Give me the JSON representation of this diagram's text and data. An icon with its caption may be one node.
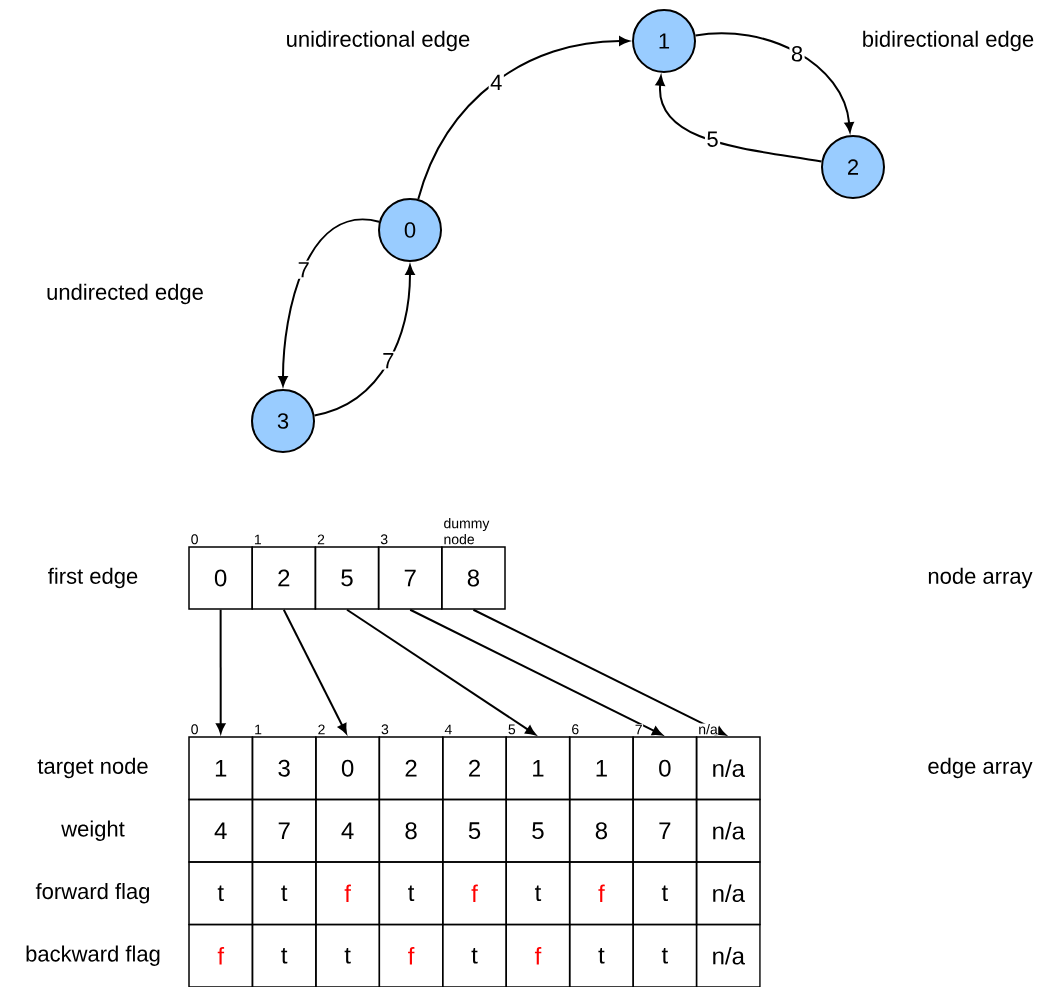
{
  "diagram": {
    "nodes": [
      {
        "text": [
          "1"
        ]
      },
      {
        "text": [
          "2"
        ]
      },
      {
        "text": [
          "0"
        ]
      },
      {
        "text": [
          "3"
        ]
      },
      {
        "text": [
          "0"
        ],
        "beside": [
          "0"
        ]
      },
      {
        "text": [
          "2"
        ],
        "beside": [
          "1"
        ]
      },
      {
        "text": [
          "5"
        ],
        "beside": [
          "2"
        ]
      },
      {
        "text": [
          "7"
        ],
        "beside": [
          "3"
        ]
      },
      {
        "text": [
          "8"
        ],
        "beside": [
          "dummy node"
        ]
      },
      {
        "text": [
          "1"
        ],
        "beside": [
          "0"
        ]
      },
      {
        "text": [
          "3"
        ],
        "beside": [
          "1"
        ]
      },
      {
        "text": [
          "0"
        ],
        "beside": [
          "2"
        ]
      },
      {
        "text": [
          "2"
        ],
        "beside": [
          "3"
        ]
      },
      {
        "text": [
          "2"
        ],
        "beside": [
          "4"
        ]
      },
      {
        "text": [
          "1"
        ],
        "beside": [
          "5"
        ]
      },
      {
        "text": [
          "1"
        ],
        "beside": [
          "6"
        ]
      },
      {
        "text": [
          "0"
        ],
        "beside": [
          "7"
        ]
      },
      {
        "text": [
          "n/a"
        ],
        "beside": [
          "n/a"
        ]
      }
    ],
    "edges": [
      {
        "from": 2,
        "to": 0,
        "arrow": "to",
        "label": "4"
      },
      {
        "from": 0,
        "to": 1,
        "arrow": "to",
        "label": "8"
      },
      {
        "from": 1,
        "to": 0,
        "arrow": "to",
        "label": "5"
      },
      {
        "from": 2,
        "to": 3,
        "arrow": "to",
        "label": "7"
      },
      {
        "from": 3,
        "to": 2,
        "arrow": "to",
        "label": "7"
      },
      {
        "from": 4,
        "to": 9,
        "arrow": "to"
      },
      {
        "from": 5,
        "to": 11,
        "arrow": "to"
      },
      {
        "from": 6,
        "to": 14,
        "arrow": "to"
      },
      {
        "from": 7,
        "to": 16,
        "arrow": "to"
      },
      {
        "from": 8,
        "to": 17,
        "arrow": "to"
      }
    ],
    "labels": [
      "unidirectional edge",
      "bidirectional edge",
      "undirected edge",
      "first edge",
      "node array",
      "target node",
      "edge array",
      "weight",
      "4",
      "7",
      "4",
      "8",
      "5",
      "5",
      "8",
      "7",
      "n/a",
      "forward flag",
      "t",
      "t",
      "f",
      "t",
      "f",
      "t",
      "f",
      "t",
      "n/a",
      "backward flag",
      "f",
      "t",
      "t",
      "f",
      "t",
      "f",
      "t",
      "t",
      "n/a"
    ]
  }
}
